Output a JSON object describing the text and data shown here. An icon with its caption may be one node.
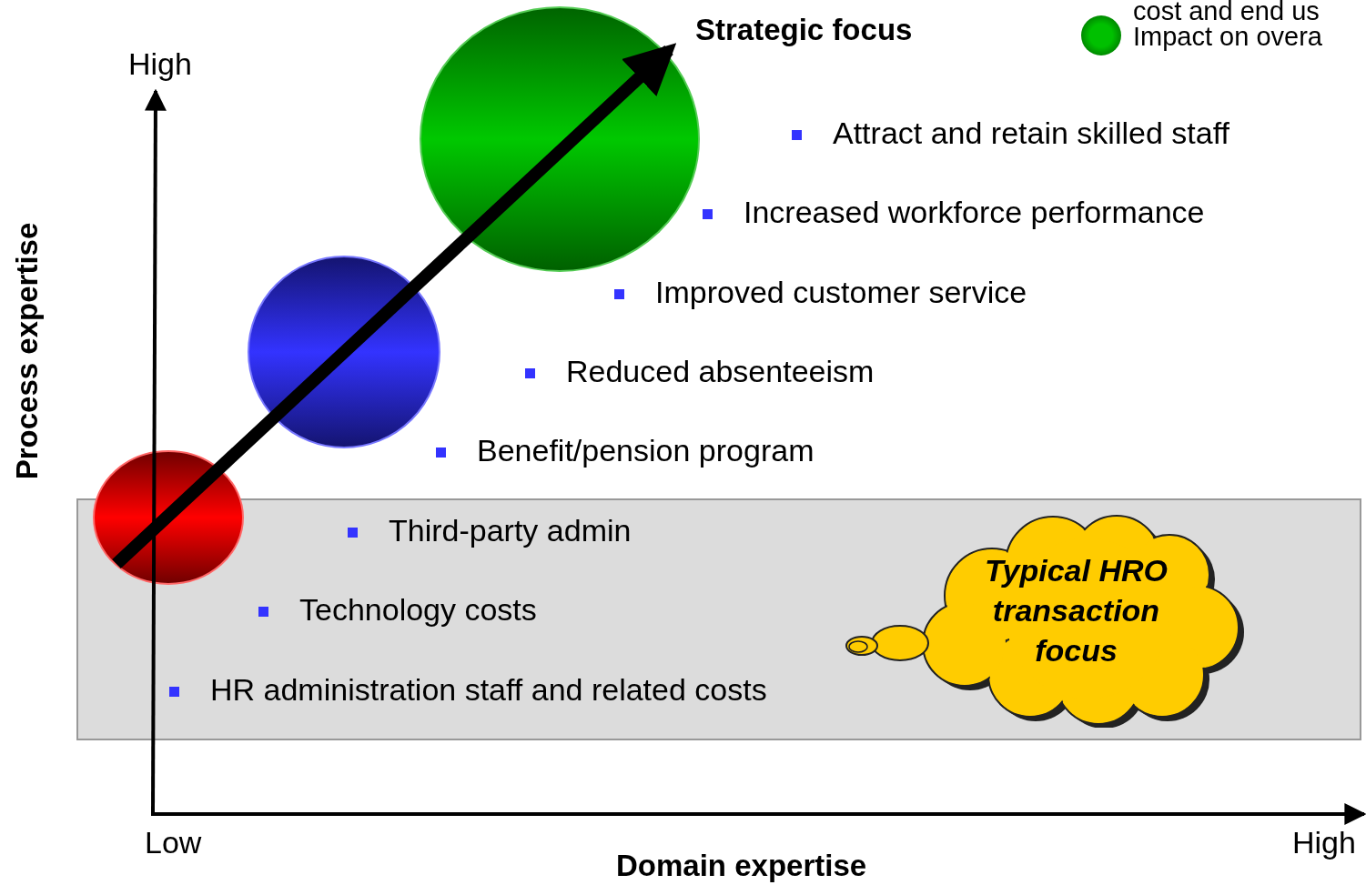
{
  "diagram": {
    "nodes": [
      {
        "text": [
          "Typical HRO transaction focus"
        ]
      }
    ],
    "edges": [],
    "labels": [
      "cost and end us",
      "Strategic focus",
      "High",
      "Attract and retain skilled staff",
      "Increased workforce performance",
      "Improved customer service",
      "Reduced absenteeism",
      "Benefit/pension program",
      "Third-party admin",
      "Technology costs",
      "HR administration staff and related costs",
      "Process expertise",
      "Low",
      "High",
      "Domain expertise"
    ],
    "legend": [
      {
        "text": "Impact on overa",
        "color": "#00c000"
      }
    ]
  }
}
